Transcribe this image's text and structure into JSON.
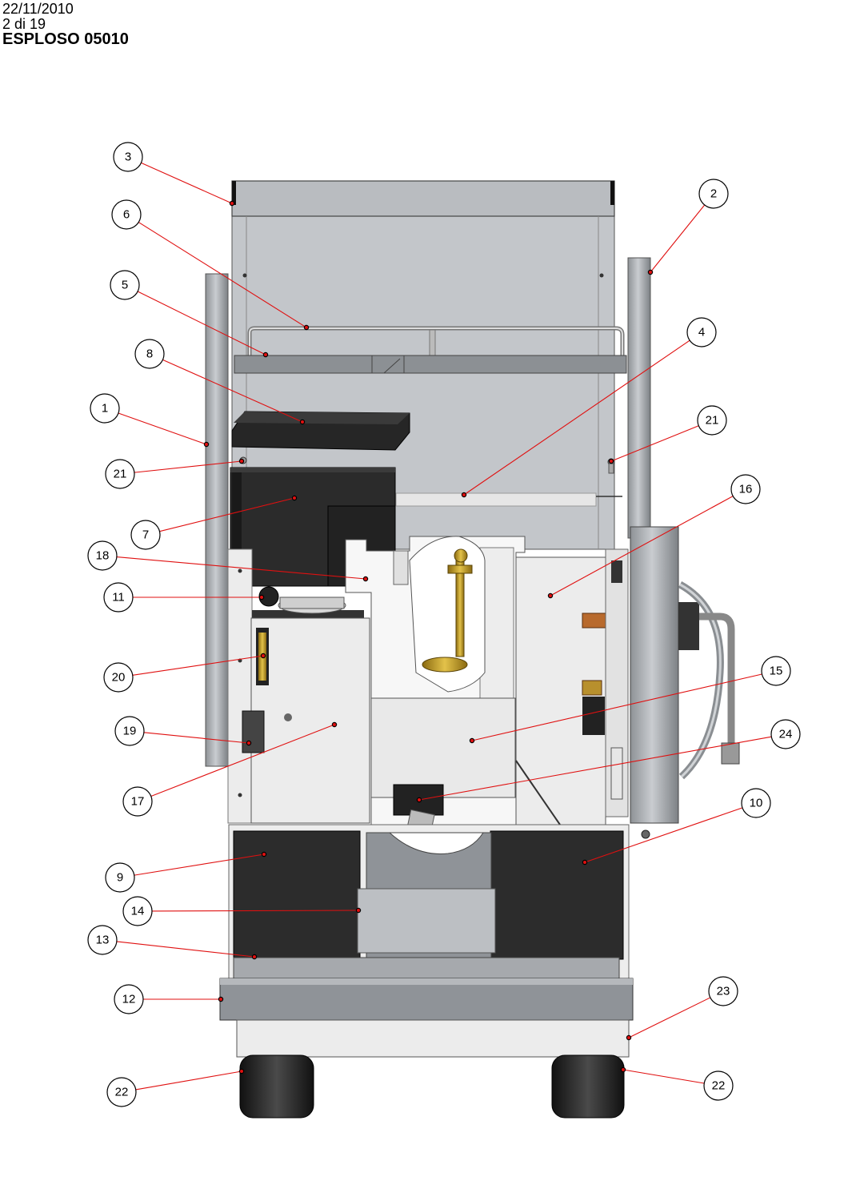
{
  "header": {
    "date": "22/11/2010",
    "page": "2 di 19",
    "title": "ESPLOSO 05010"
  },
  "colors": {
    "leader": "#e01010",
    "panel_grey": "#c3c6ca",
    "dark": "#2a2a2a",
    "light_panel": "#ececec",
    "brass": "#c9a227"
  },
  "callouts": [
    {
      "label": "3"
    },
    {
      "label": "6"
    },
    {
      "label": "5"
    },
    {
      "label": "8"
    },
    {
      "label": "1"
    },
    {
      "label": "21"
    },
    {
      "label": "7"
    },
    {
      "label": "18"
    },
    {
      "label": "11"
    },
    {
      "label": "20"
    },
    {
      "label": "19"
    },
    {
      "label": "17"
    },
    {
      "label": "9"
    },
    {
      "label": "14"
    },
    {
      "label": "13"
    },
    {
      "label": "12"
    },
    {
      "label": "22"
    },
    {
      "label": "2"
    },
    {
      "label": "4"
    },
    {
      "label": "21"
    },
    {
      "label": "16"
    },
    {
      "label": "15"
    },
    {
      "label": "24"
    },
    {
      "label": "10"
    },
    {
      "label": "23"
    },
    {
      "label": "22"
    }
  ]
}
